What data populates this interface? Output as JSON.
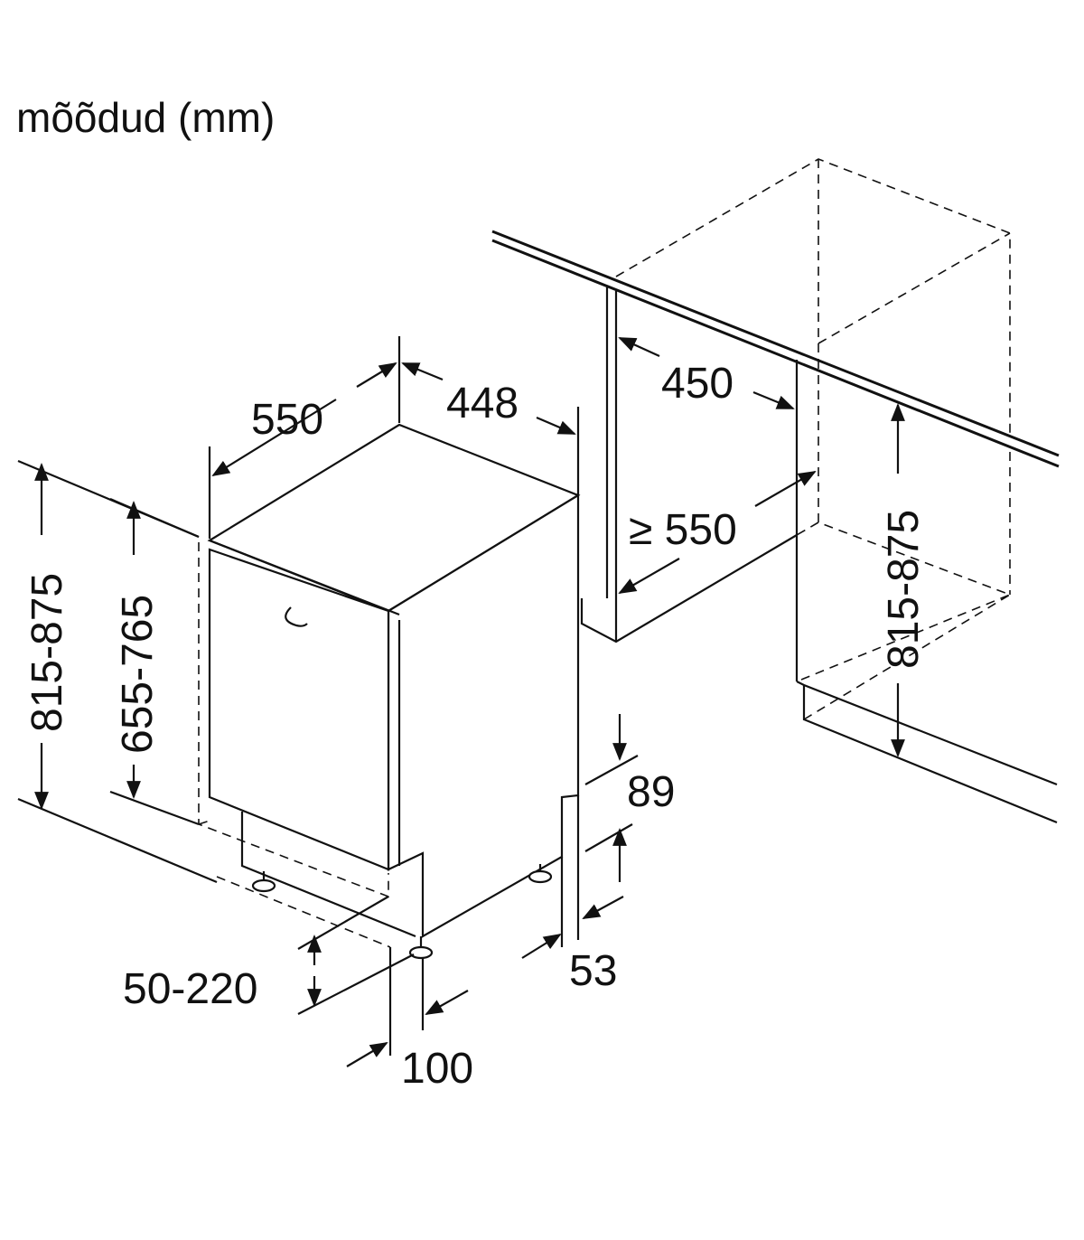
{
  "title": "mõõdud (mm)",
  "dimensions": {
    "depth_appliance": "550",
    "width_appliance": "448",
    "niche_width": "450",
    "niche_depth": "≥ 550",
    "niche_height": "815-875",
    "total_height": "815-875",
    "door_height": "655-765",
    "plinth_recess": "89",
    "plinth_offset": "53",
    "plinth_height": "50-220",
    "foot_offset": "100"
  }
}
